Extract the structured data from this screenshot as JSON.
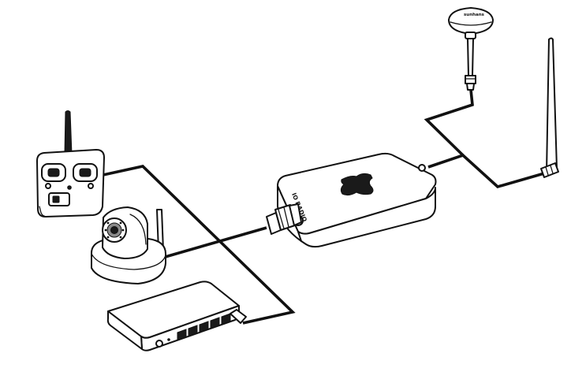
{
  "diagram": {
    "devices": [
      {
        "id": "rc-controller",
        "icon": "remote-controller-icon"
      },
      {
        "id": "ip-camera",
        "icon": "ptz-camera-icon"
      },
      {
        "id": "network-switch",
        "icon": "ethernet-switch-icon"
      },
      {
        "id": "radio-unit",
        "icon": "radio-module-icon"
      },
      {
        "id": "mushroom-antenna",
        "icon": "cloverleaf-antenna-icon"
      },
      {
        "id": "whip-antenna",
        "icon": "whip-antenna-icon"
      }
    ],
    "labels": {
      "radio_front": "IO RADIO",
      "radio_side": "",
      "antenna_cap": "sunhans"
    },
    "connections": [
      {
        "from": "rc-controller",
        "to": "network-switch"
      },
      {
        "from": "ip-camera",
        "to": "radio-unit"
      },
      {
        "from": "radio-unit",
        "to": "mushroom-antenna"
      },
      {
        "from": "radio-unit",
        "to": "whip-antenna"
      }
    ]
  }
}
